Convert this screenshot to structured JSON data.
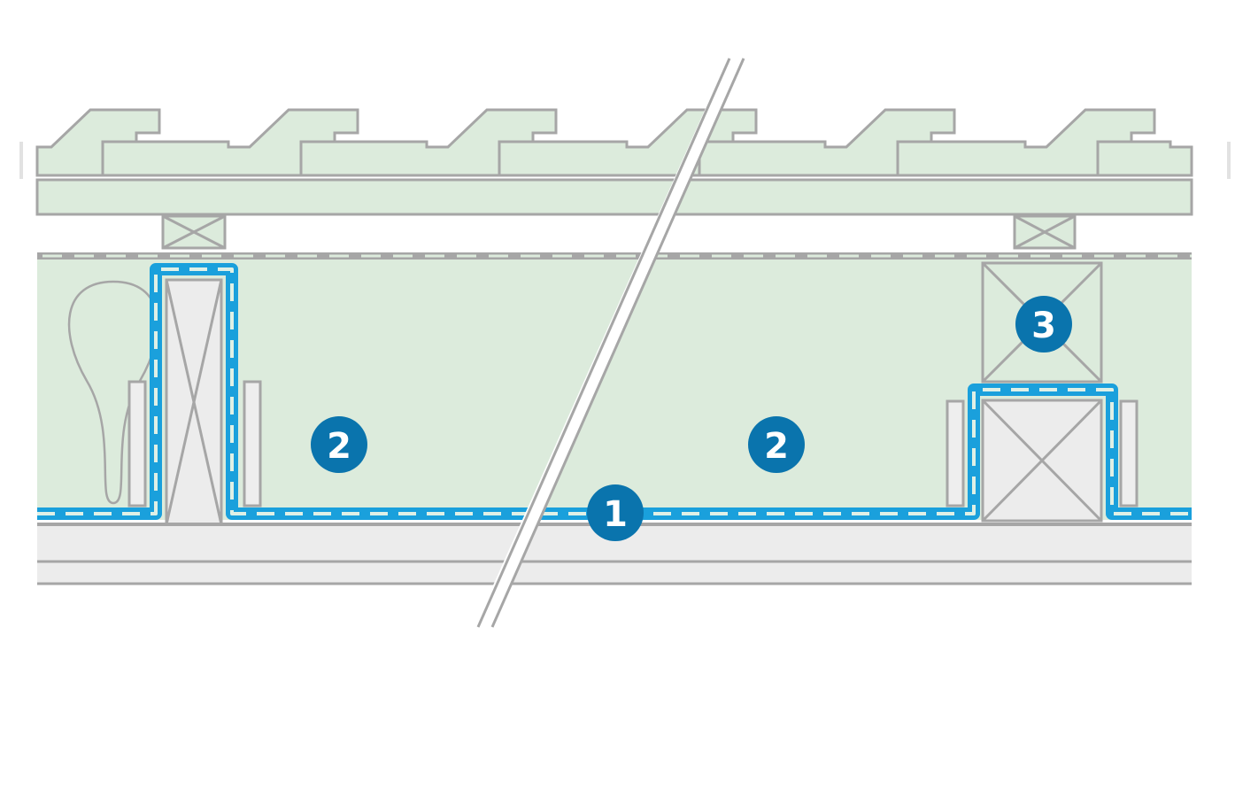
{
  "labels": {
    "membrane": "1",
    "insulation_left": "2",
    "insulation_right": "2",
    "counter_batten": "3"
  },
  "colors": {
    "insulation_fill": "#dcebdc",
    "outline_gray": "#a6a6a6",
    "membrane_blue": "#1aa0dc",
    "membrane_dash": "#dff0e6",
    "marker_blue": "#0a74ad",
    "board_fill": "#ececec"
  },
  "icons": {
    "marker": "numbered-circle-marker",
    "timber": "timber-cross-section-icon"
  }
}
